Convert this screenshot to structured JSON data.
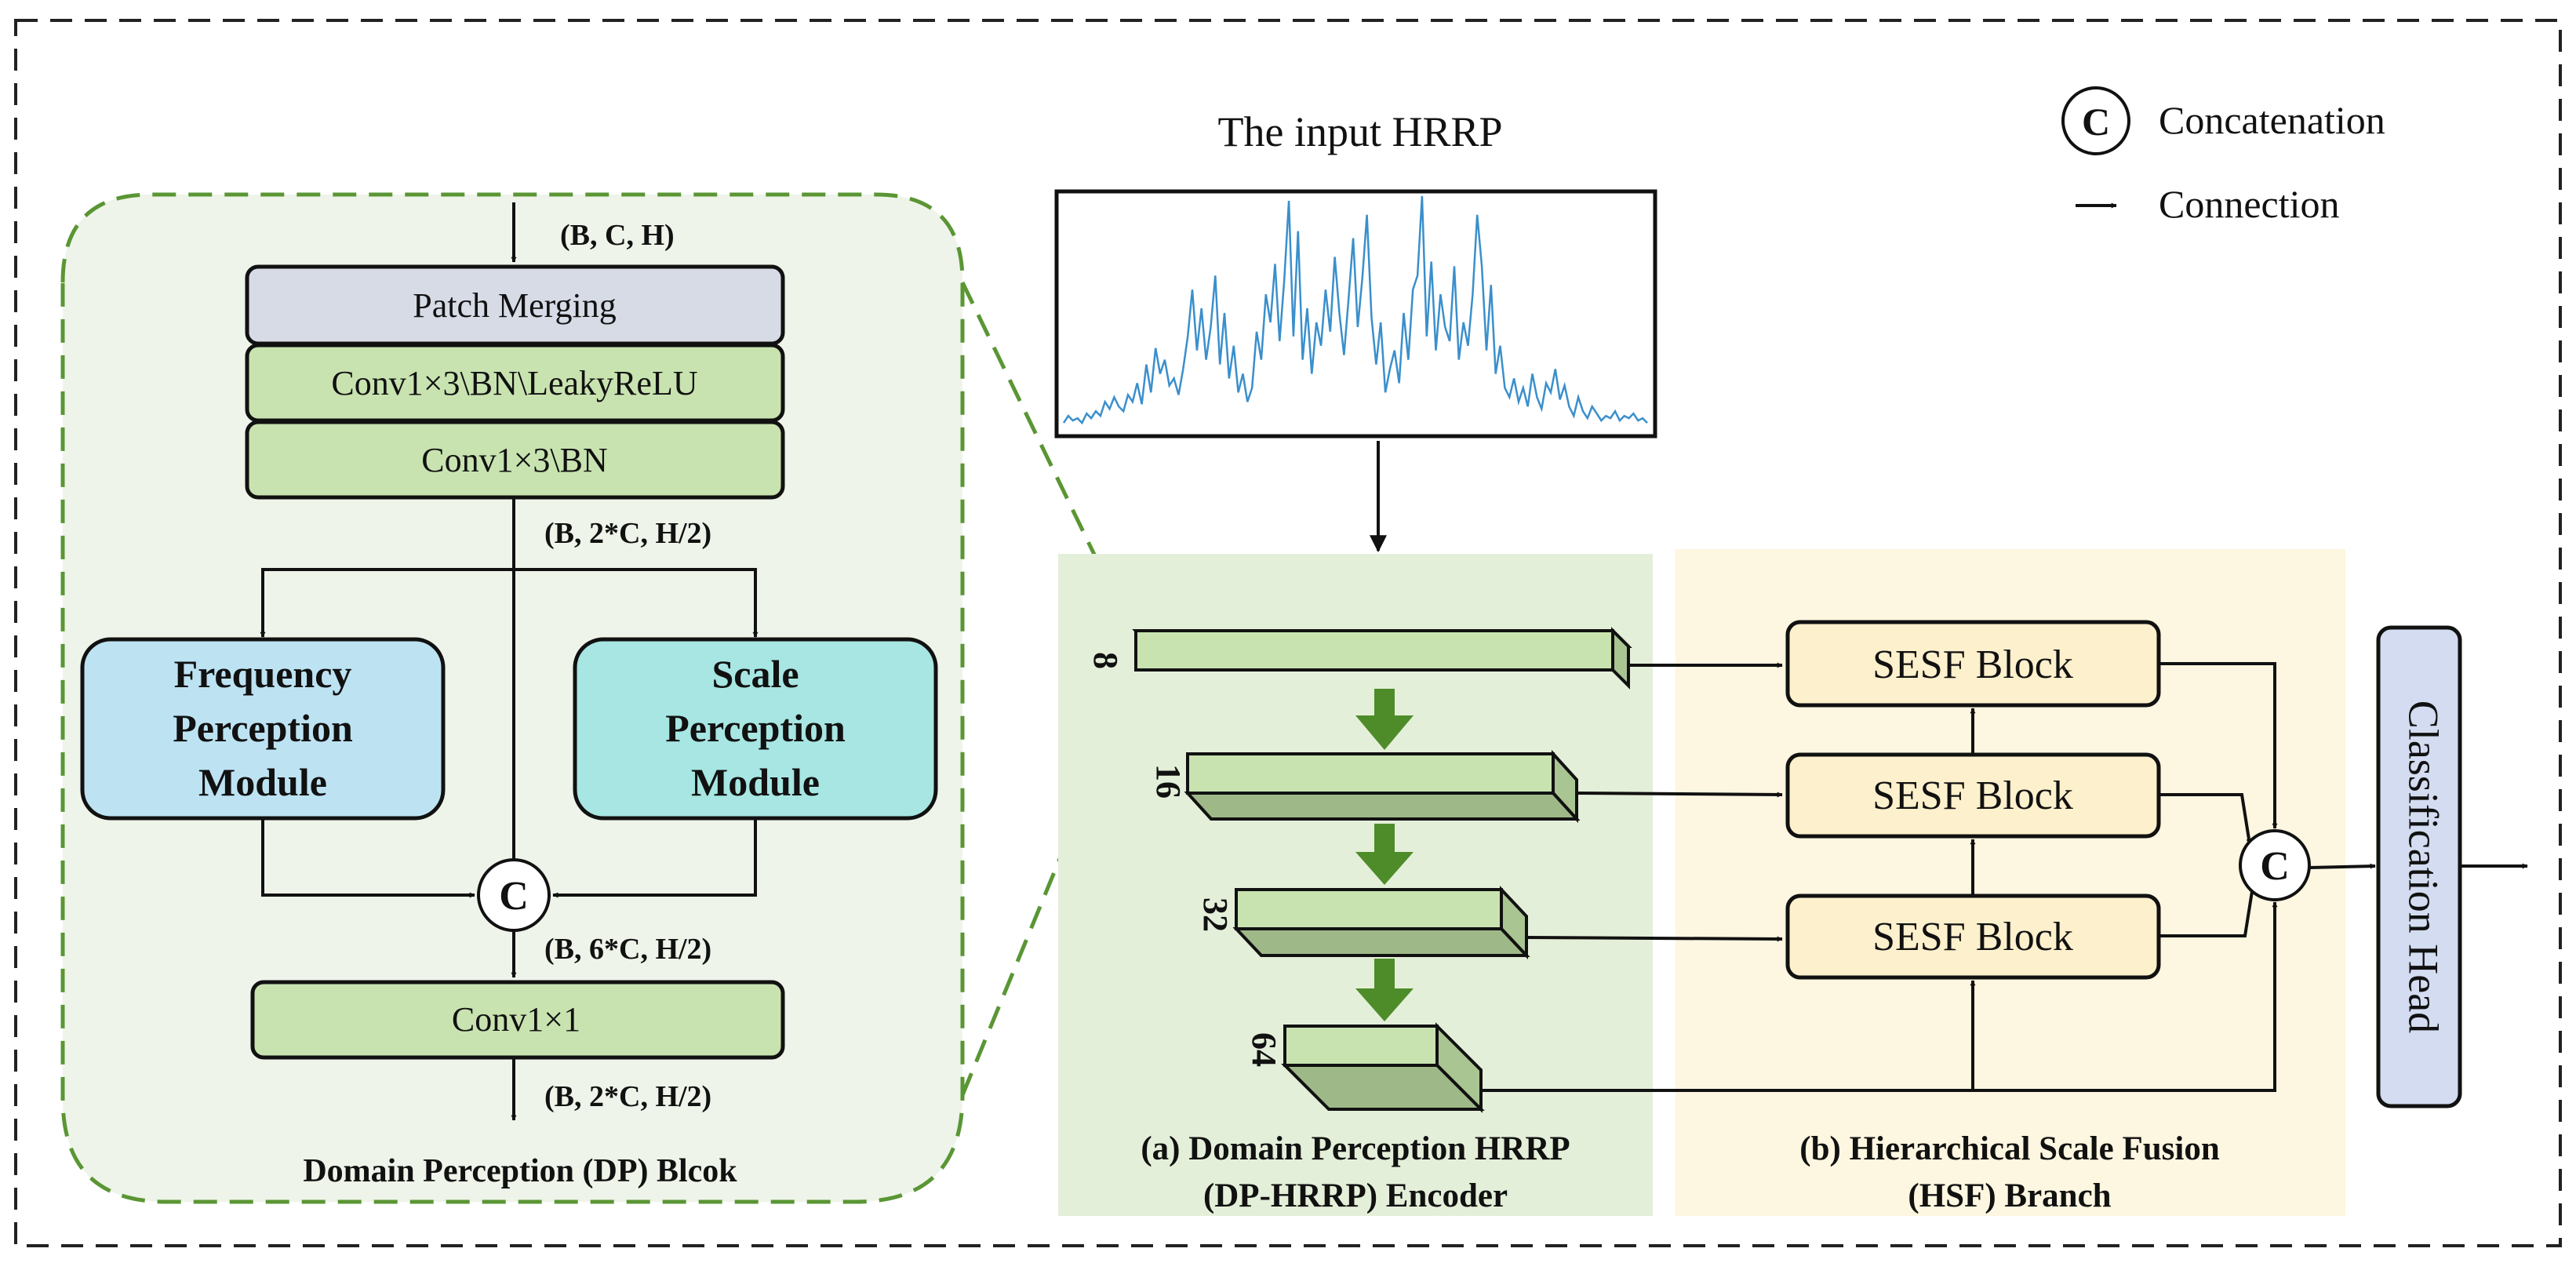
{
  "legend": {
    "concat_symbol": "C",
    "concat_label": "Concatenation",
    "connection_label": "Connection"
  },
  "input": {
    "title": "The input HRRP",
    "signal": [
      0.03,
      0.06,
      0.04,
      0.05,
      0.03,
      0.07,
      0.05,
      0.08,
      0.06,
      0.12,
      0.09,
      0.14,
      0.1,
      0.08,
      0.15,
      0.12,
      0.2,
      0.11,
      0.28,
      0.16,
      0.35,
      0.24,
      0.3,
      0.19,
      0.22,
      0.15,
      0.26,
      0.4,
      0.6,
      0.34,
      0.52,
      0.3,
      0.44,
      0.66,
      0.28,
      0.5,
      0.22,
      0.36,
      0.16,
      0.24,
      0.12,
      0.18,
      0.42,
      0.3,
      0.58,
      0.46,
      0.71,
      0.38,
      0.64,
      0.98,
      0.4,
      0.85,
      0.3,
      0.52,
      0.24,
      0.46,
      0.36,
      0.6,
      0.42,
      0.74,
      0.5,
      0.32,
      0.56,
      0.82,
      0.44,
      0.65,
      0.92,
      0.48,
      0.28,
      0.46,
      0.16,
      0.26,
      0.34,
      0.2,
      0.5,
      0.3,
      0.6,
      0.66,
      1.0,
      0.4,
      0.72,
      0.34,
      0.58,
      0.44,
      0.38,
      0.7,
      0.3,
      0.46,
      0.36,
      0.58,
      0.92,
      0.7,
      0.34,
      0.62,
      0.24,
      0.36,
      0.18,
      0.14,
      0.22,
      0.12,
      0.18,
      0.1,
      0.24,
      0.14,
      0.09,
      0.2,
      0.16,
      0.26,
      0.13,
      0.19,
      0.1,
      0.06,
      0.14,
      0.08,
      0.05,
      0.1,
      0.07,
      0.04,
      0.06,
      0.05,
      0.08,
      0.04,
      0.06,
      0.05,
      0.07,
      0.04,
      0.05,
      0.03
    ]
  },
  "dp_block": {
    "title": "Domain Perception (DP) Blcok",
    "input_shape": "(B, C, H)",
    "patch_merging": "Patch Merging",
    "conv_bn_relu": "Conv1×3\\BN\\LeakyReLU",
    "conv_bn": "Conv1×3\\BN",
    "mid_shape": "(B, 2*C, H/2)",
    "freq_module": [
      "Frequency",
      "Perception",
      "Module"
    ],
    "scale_module": [
      "Scale",
      "Perception",
      "Module"
    ],
    "concat_symbol": "C",
    "concat_shape": "(B, 6*C, H/2)",
    "conv1x1": "Conv1×1",
    "output_shape": "(B, 2*C, H/2)"
  },
  "encoder": {
    "caption_line1": "(a) Domain Perception HRRP",
    "caption_line2": "(DP-HRRP) Encoder",
    "stage_labels": [
      "8",
      "16",
      "32",
      "64"
    ]
  },
  "hsf": {
    "caption_line1": "(b) Hierarchical Scale Fusion",
    "caption_line2": "(HSF) Branch",
    "blocks": [
      "SESF Block",
      "SESF Block",
      "SESF Block"
    ],
    "concat_symbol": "C"
  },
  "head": {
    "label": "Classification Head"
  },
  "colors": {
    "green_panel": "#e4efd9",
    "green_block": "#c8e3b0",
    "green_dark": "#4e8c2a",
    "dp_panel": "#eef4e9",
    "dashed_green": "#5a9634",
    "patch_merge": "#d6dbe6",
    "freq_module": "#bde3f3",
    "scale_module": "#a7e6e2",
    "hsf_panel": "#fdf6e0",
    "sesf_block": "#fdf0cc",
    "head": "#d3dcf0",
    "signal": "#3a8fcc"
  }
}
